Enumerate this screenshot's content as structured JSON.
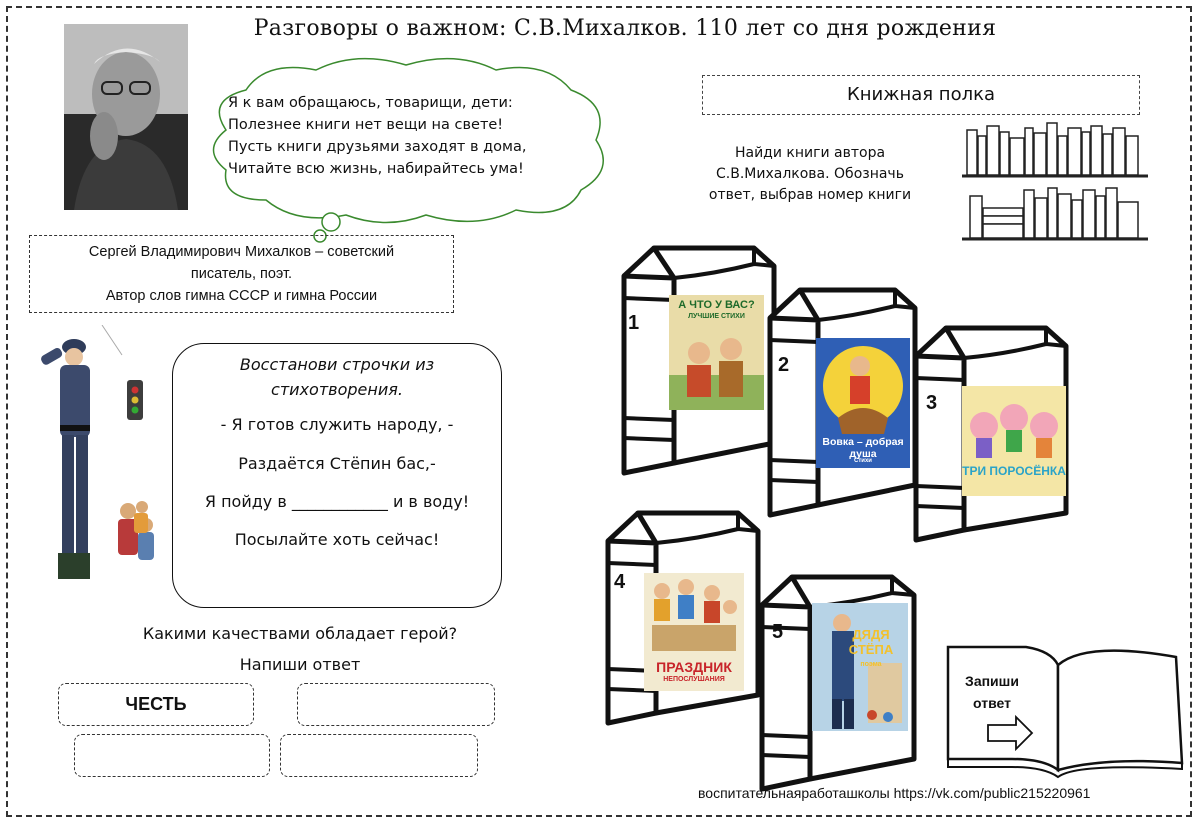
{
  "title": "Разговоры о важном: С.В.Михалков. 110 лет со дня рождения",
  "quote": {
    "lines": [
      "Я к вам обращаюсь, товарищи, дети:",
      "Полезнее книги нет вещи на свете!",
      "Пусть книги друзьями заходят в дома,",
      "Читайте всю жизнь, набирайтесь ума!"
    ]
  },
  "bio": {
    "lines": [
      "Сергей Владимирович Михалков – советский",
      "писатель, поэт.",
      "Автор слов гимна СССР и гимна России"
    ]
  },
  "bookshelf": {
    "title": "Книжная полка",
    "task_lines": [
      "Найди книги автора",
      "С.В.Михалкова. Обозначь",
      "ответ, выбрав номер книги"
    ]
  },
  "poem": {
    "intro_lines": [
      "Восстанови строчки из",
      "стихотворения."
    ],
    "lines": [
      "- Я готов служить народу, -",
      "Раздаётся Стёпин бас,-",
      "Я пойду в ____________ и в воду!",
      "Посылайте хоть сейчас!"
    ]
  },
  "qualities": {
    "question": "Какими качествами обладает герой?",
    "instruction": "Напиши ответ",
    "answers": [
      "ЧЕСТЬ",
      "",
      "",
      ""
    ]
  },
  "books": [
    {
      "number": "1",
      "cover_title": "А ЧТО У ВАС?",
      "cover_sub": "ЛУЧШИЕ СТИХИ",
      "cover_color": "#e9dca8"
    },
    {
      "number": "2",
      "cover_title": "Вовка – добрая душа",
      "cover_sub": "Стихи",
      "cover_color": "#2f5fb5"
    },
    {
      "number": "3",
      "cover_title": "ТРИ ПОРОСЁНКА",
      "cover_sub": "",
      "cover_color": "#f4e6a6"
    },
    {
      "number": "4",
      "cover_title": "ПРАЗДНИК",
      "cover_sub": "НЕПОСЛУШАНИЯ",
      "cover_color": "#f2ead0"
    },
    {
      "number": "5",
      "cover_title": "ДЯДЯ СТЁПА",
      "cover_sub": "поэма",
      "cover_color": "#b7d3e6"
    }
  ],
  "answer_book": {
    "lines": [
      "Запиши",
      "ответ"
    ]
  },
  "footer": "воспитательнаяработашколы https://vk.com/public215220961",
  "colors": {
    "cloud_border": "#3a8a2e",
    "text": "#111111"
  }
}
